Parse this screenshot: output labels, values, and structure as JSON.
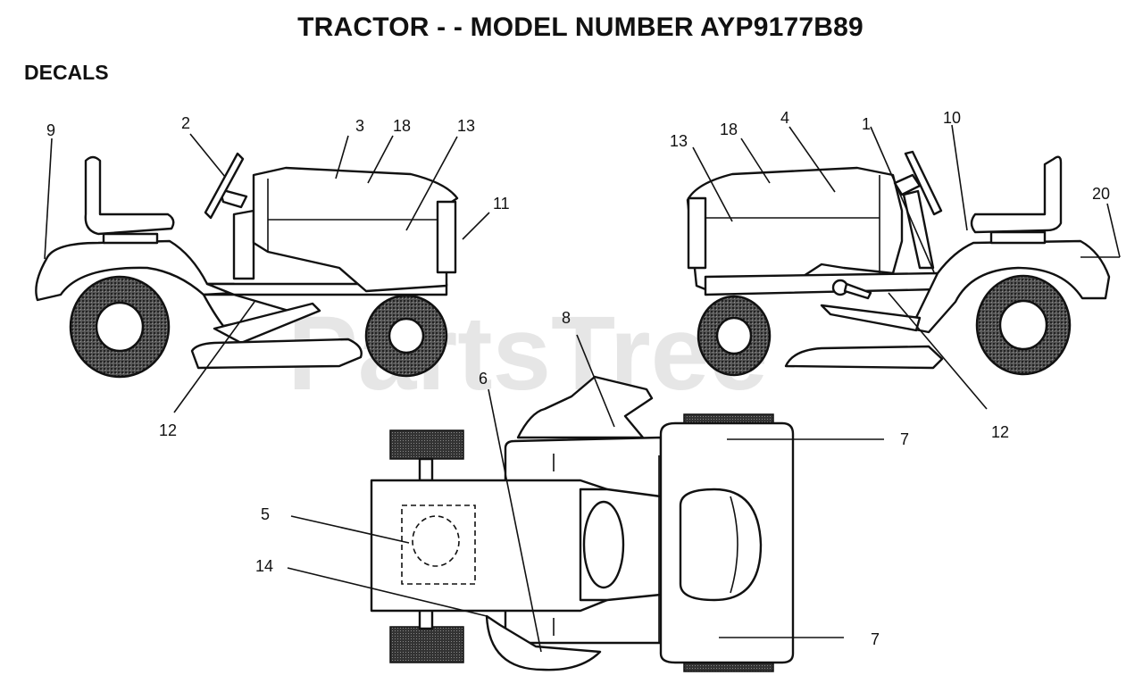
{
  "title": "TRACTOR - - MODEL NUMBER AYP9177B89",
  "section": "DECALS",
  "watermark": "PartsTree",
  "callouts": {
    "left_view": {
      "c9": "9",
      "c2": "2",
      "c3": "3",
      "c18": "18",
      "c13": "13",
      "c11": "11",
      "c12": "12"
    },
    "right_view": {
      "c13": "13",
      "c18": "18",
      "c4": "4",
      "c1": "1",
      "c10": "10",
      "c20": "20",
      "c12": "12"
    },
    "top_view": {
      "c8": "8",
      "c6": "6",
      "c7a": "7",
      "c7b": "7",
      "c5": "5",
      "c14": "14"
    }
  }
}
